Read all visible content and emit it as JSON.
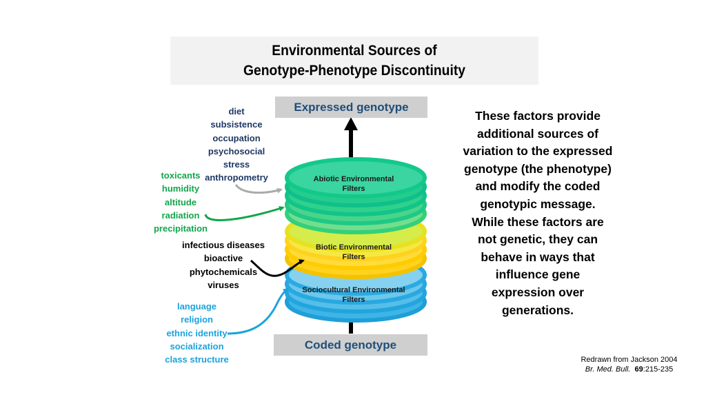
{
  "title": {
    "line1": "Environmental Sources of",
    "line2": "Genotype-Phenotype Discontinuity"
  },
  "expressed_genotype": "Expressed genotype",
  "coded_genotype": "Coded genotype",
  "filters": {
    "abiotic": {
      "line1": "Abiotic Environmental",
      "line2": "Filters",
      "color": "#13c98a"
    },
    "biotic": {
      "line1": "Biotic Environmental",
      "line2": "Filters",
      "color": "#ffd21f"
    },
    "sociocultural": {
      "line1": "Sociocultural Environmental",
      "line2": "Filters",
      "color": "#29a8e0"
    }
  },
  "factor_lists": {
    "diet_group": {
      "items": [
        "diet",
        "subsistence",
        "occupation",
        "psychosocial",
        "stress",
        "anthropometry"
      ],
      "color": "#1f3864",
      "arrow_color": "#aaaaaa"
    },
    "toxicants_group": {
      "items": [
        "toxicants",
        "humidity",
        "altitude",
        "radiation",
        "precipitation"
      ],
      "color": "#10a64a",
      "arrow_color": "#10a64a"
    },
    "infectious_group": {
      "items": [
        "infectious diseases",
        "bioactive",
        "phytochemicals",
        "viruses"
      ],
      "color": "#000000",
      "arrow_color": "#000000"
    },
    "language_group": {
      "items": [
        "language",
        "religion",
        "ethnic identity",
        "socialization",
        "class structure"
      ],
      "color": "#1aa3dc",
      "arrow_color": "#1aa3dc"
    }
  },
  "side_text": [
    "These factors provide",
    "additional sources of",
    "variation to the expressed",
    "genotype (the phenotype)",
    "and modify the coded",
    "genotypic message.",
    "While these factors are",
    "not genetic, they can",
    "behave in ways that",
    "influence gene",
    "expression over",
    "generations."
  ],
  "citation": {
    "line1": "Redrawn from Jackson 2004",
    "journal": "Br. Med. Bull.",
    "volume": "69",
    "pages": ":215-235"
  }
}
